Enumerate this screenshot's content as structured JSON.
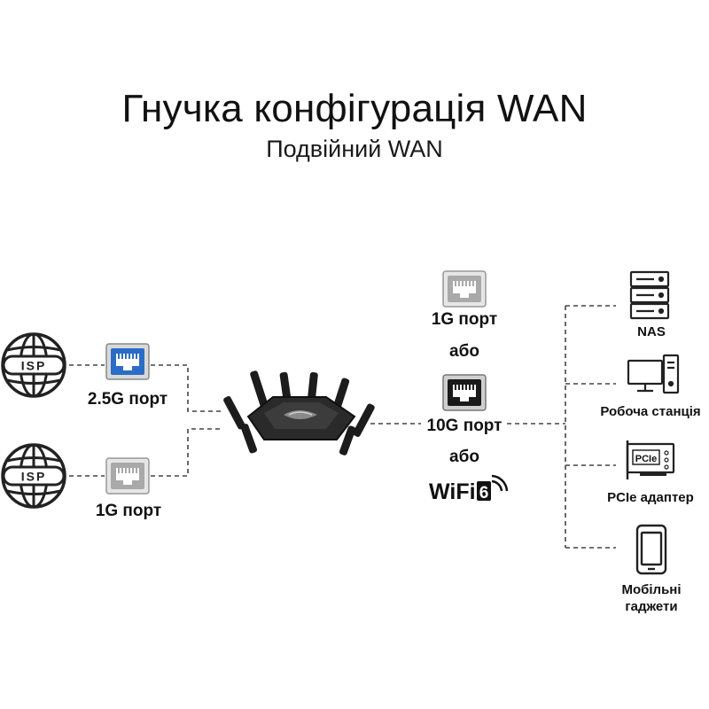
{
  "title": "Гнучка конфігурація WAN",
  "subtitle": "Подвійний WAN",
  "isp": {
    "label": "ISP"
  },
  "wan_left": {
    "port_top_label": "2.5G порт",
    "port_bottom_label": "1G порт"
  },
  "middle": {
    "port_1g_label": "1G порт",
    "or_1": "або",
    "port_10g_label": "10G порт",
    "or_2": "або",
    "wifi_text": "WiFi",
    "wifi_number": "6"
  },
  "devices": {
    "nas_label": "NAS",
    "workstation_label": "Робоча станція",
    "pcie_label": "PCIe адаптер",
    "pcie_card_text": "PCIe",
    "mobile_label_line1": "Мобільні",
    "mobile_label_line2": "гаджети"
  },
  "colors": {
    "blue_port": "#2b6cc4",
    "gray_port": "#a9a9a9",
    "black_port": "#1a1a1a",
    "lines": "#444444"
  }
}
